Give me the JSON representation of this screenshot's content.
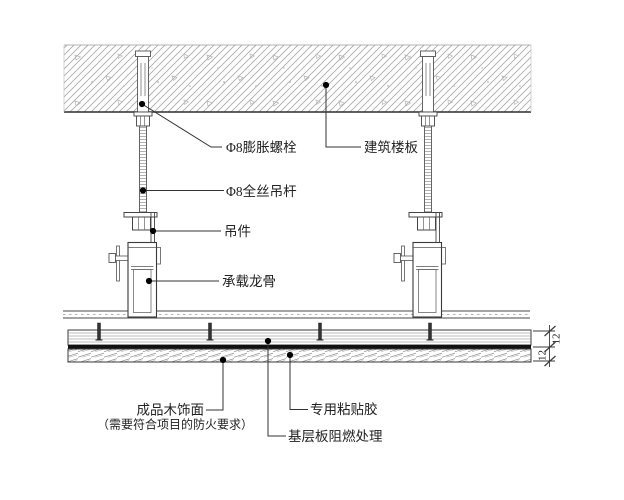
{
  "drawing": {
    "type": "ceiling-suspension-detail-section",
    "labels": {
      "expansion_bolt": "Φ8膨胀螺栓",
      "floor_slab": "建筑楼板",
      "hanger_rod": "Φ8全丝吊杆",
      "hanger_clip": "吊件",
      "carrier_keel": "承载龙骨",
      "wood_finish": "成品木饰面",
      "wood_finish_note": "（需要符合项目的防火要求）",
      "adhesive": "专用粘贴胶",
      "base_board": "基层板阻燃处理"
    },
    "dimensions": {
      "base_board_thickness": "12",
      "veneer_thickness": "12"
    },
    "colors": {
      "background": "#ffffff",
      "line": "#3a3a3a",
      "hatch": "#a8a8a8",
      "adhesive_fill": "#111111",
      "leader_dot": "#000000",
      "text": "#222222"
    }
  }
}
